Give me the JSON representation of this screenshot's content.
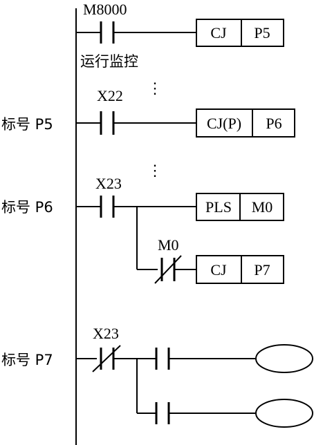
{
  "rungs": [
    {
      "contact_label": "M8000",
      "contact_type": "NO",
      "instruction": "CJ",
      "operand": "P5",
      "comment": "运行监控",
      "continuation": "⋮"
    },
    {
      "left_label": "标号 P5",
      "contact_label": "X22",
      "contact_type": "NO",
      "instruction": "CJ(P)",
      "operand": "P6",
      "continuation": "⋮"
    },
    {
      "left_label": "标号 P6",
      "contact_label": "X23",
      "contact_type": "NO",
      "instruction": "PLS",
      "operand": "M0",
      "branch": {
        "contact_label": "M0",
        "contact_type": "NC",
        "instruction": "CJ",
        "operand": "P7"
      }
    },
    {
      "left_label": "标号 P7",
      "contact_label": "X23",
      "contact_type": "NC",
      "outputs": [
        {
          "contact_type": "NO",
          "coil": ""
        },
        {
          "contact_type": "NO",
          "coil": ""
        }
      ]
    }
  ]
}
